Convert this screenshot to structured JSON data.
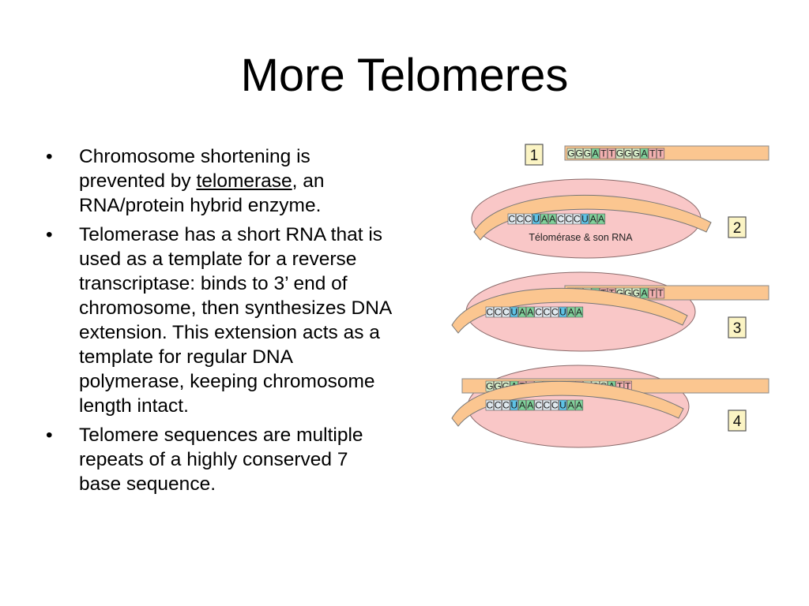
{
  "slide": {
    "title": "More Telomeres",
    "bullets": [
      {
        "before": "Chromosome shortening is prevented by ",
        "link": "telomerase",
        "after": ", an RNA/protein hybrid enzyme."
      },
      {
        "text": "Telomerase has a short RNA that is used as a template for a reverse transcriptase: binds to 3’  end of chromosome, then synthesizes DNA extension.  This extension acts as a template for regular DNA polymerase, keeping chromosome length intact."
      },
      {
        "text": "Telomere sequences are multiple repeats of a highly conserved 7 base sequence."
      }
    ]
  },
  "diagram": {
    "step_labels": [
      "1",
      "2",
      "3",
      "4"
    ],
    "enzyme_label": "Télomérase & son RNA",
    "dna_strand_1": "GGGATTGGGATT",
    "rna_template": "CCCUAACCCUAA",
    "dna_strand_4": "GGGATTGGGATTGGGATT",
    "colors": {
      "enzyme": "#f9c7c7",
      "strand": "#fbc690",
      "base_G": "#d8edc9",
      "base_C": "#dfe8ee",
      "base_A": "#7fd19a",
      "base_T": "#f4b1b1",
      "base_U": "#5ec3e6",
      "step_box": "#fbf4c4"
    }
  }
}
